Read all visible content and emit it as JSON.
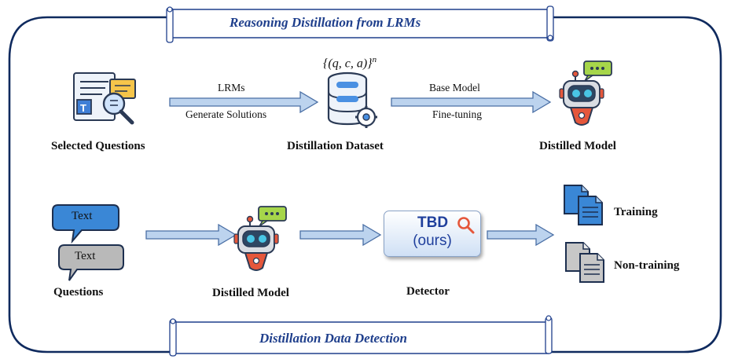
{
  "banners": {
    "top": "Reasoning Distillation from LRMs",
    "bottom": "Distillation Data Detection"
  },
  "row1": {
    "selected_questions": "Selected Questions",
    "arrow1_top": "LRMs",
    "arrow1_bottom": "Generate Solutions",
    "dataset_formula": "{(q, c, a)}",
    "dataset_formula_sup": "n",
    "distillation_dataset": "Distillation Dataset",
    "arrow2_top": "Base Model",
    "arrow2_bottom": "Fine-tuning",
    "distilled_model": "Distilled Model"
  },
  "row2": {
    "bubble_blue": "Text",
    "bubble_gray": "Text",
    "questions": "Questions",
    "distilled_model": "Distilled Model",
    "detector_title": "TBD",
    "detector_sub": "(ours)",
    "detector": "Detector",
    "training": "Training",
    "non_training": "Non-training"
  },
  "colors": {
    "arrow_fill": "#bcd3ee",
    "arrow_stroke": "#4a6fa5",
    "banner_text": "#1f3f8c",
    "outline": "#0f2a5e"
  }
}
